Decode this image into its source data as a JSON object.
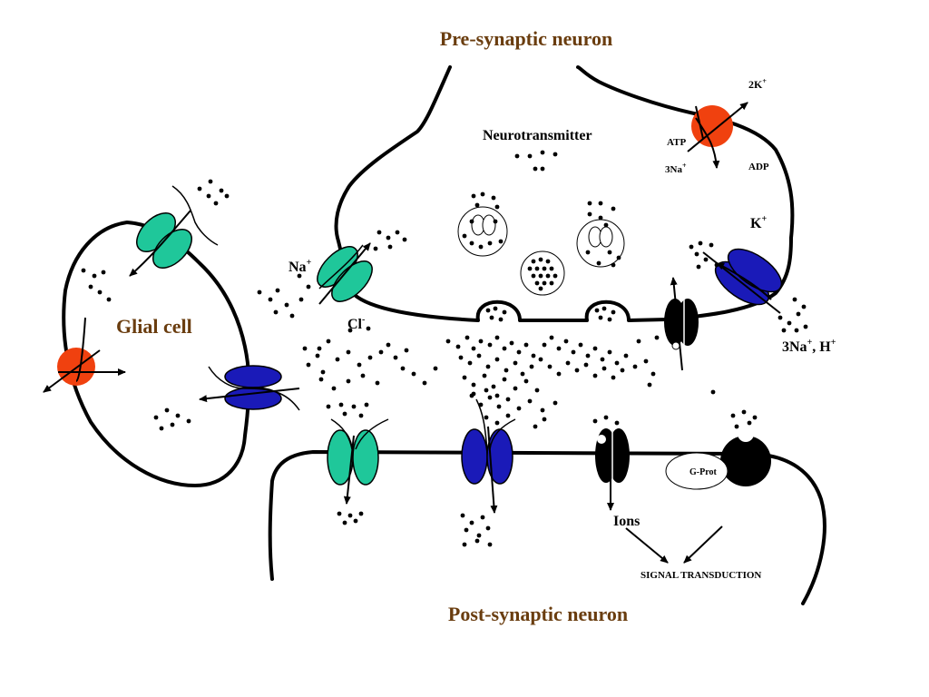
{
  "labels": {
    "pre_title": "Pre-synaptic neuron",
    "post_title": "Post-synaptic neuron",
    "glial": "Glial cell",
    "neurotransmitter": "Neurotransmitter",
    "na": "Na",
    "na_sup": "+",
    "cl": "Cl",
    "cl_sup": "-",
    "two_k": "2K",
    "two_k_sup": "+",
    "atp": "ATP",
    "adp": "ADP",
    "three_na": "3Na",
    "three_na_sup": "+",
    "k": "K",
    "k_sup": "+",
    "na_h_main": "3Na",
    "na_h_sup1": "+",
    "na_h_rest": ", H",
    "na_h_sup2": "+",
    "ions": "Ions",
    "gprot": "G-Prot",
    "signal": "SIGNAL TRANSDUCTION"
  },
  "colors": {
    "title_brown": "#6a3d0f",
    "teal_channel": "#1fc79a",
    "blue_channel": "#1a1ab8",
    "red_pump": "#f0410f",
    "black_receptor": "#000000"
  }
}
